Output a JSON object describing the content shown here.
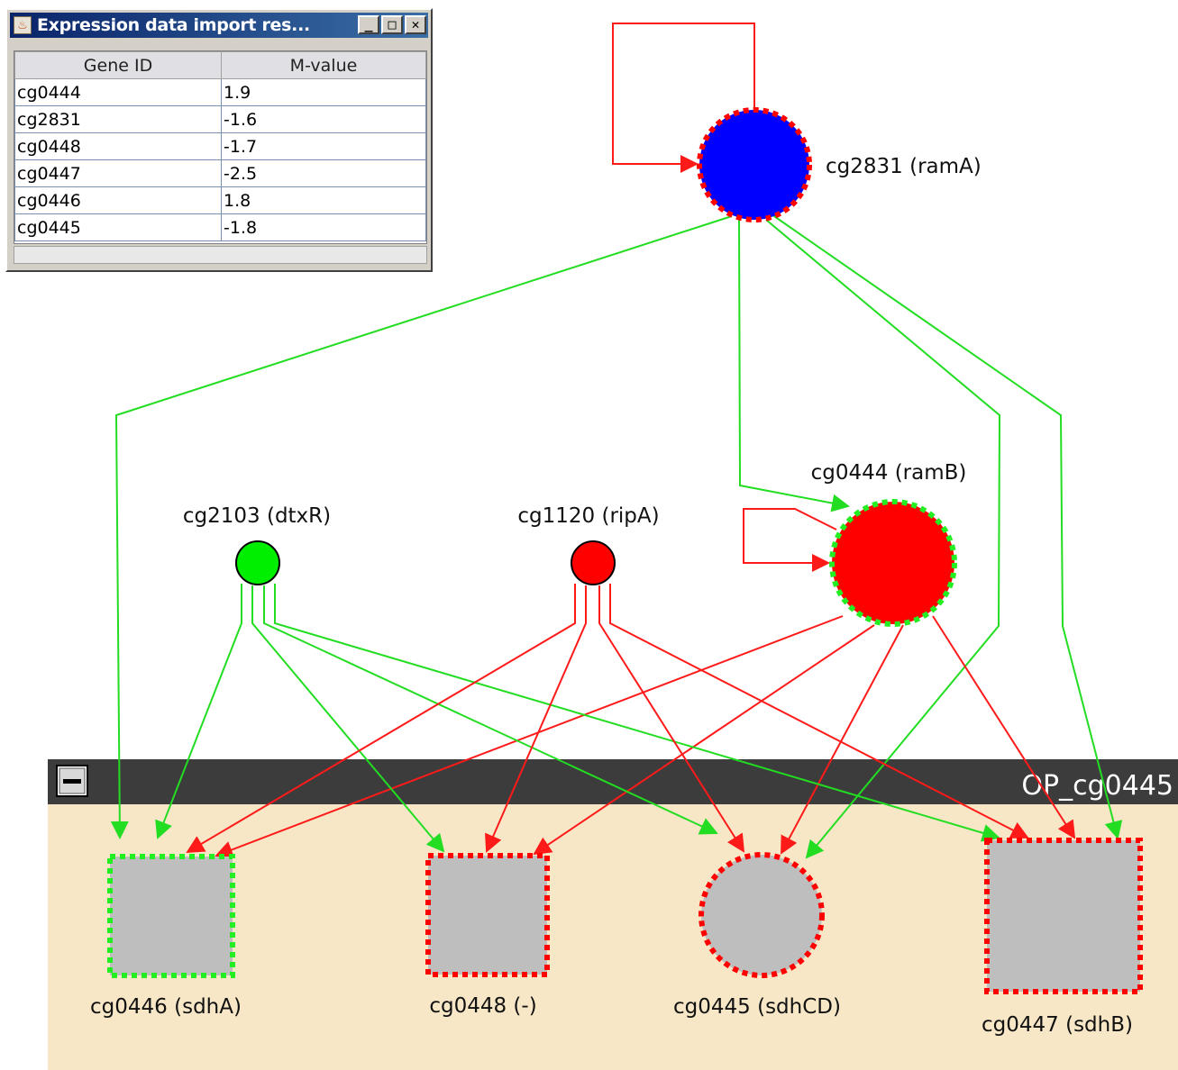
{
  "window": {
    "title": "Expression data import res...",
    "buttons": {
      "minimize": "_",
      "maximize": "□",
      "close": "✕"
    },
    "table": {
      "columns": [
        "Gene ID",
        "M-value"
      ],
      "rows": [
        [
          "cg0444",
          "1.9"
        ],
        [
          "cg2831",
          "-1.6"
        ],
        [
          "cg0448",
          "-1.7"
        ],
        [
          "cg0447",
          "-2.5"
        ],
        [
          "cg0446",
          "1.8"
        ],
        [
          "cg0445",
          "-1.8"
        ]
      ]
    }
  },
  "group": {
    "title": "OP_cg0445",
    "collapse_glyph": "−",
    "fill": "#f7e7c6",
    "header": "#3c3c3c"
  },
  "colors": {
    "activation": "#22dd22",
    "repression": "#ff1a1a",
    "up": "#22ee22",
    "down": "#ff0000",
    "blue": "#0000ff",
    "gray": "#bebebe"
  },
  "nodes": [
    {
      "id": "cg2831",
      "label": "cg2831 (ramA)",
      "shape": "circle",
      "fill": "blue",
      "border": "dotted-red"
    },
    {
      "id": "cg0444",
      "label": "cg0444 (ramB)",
      "shape": "circle",
      "fill": "red",
      "border": "dotted-green"
    },
    {
      "id": "cg2103",
      "label": "cg2103 (dtxR)",
      "shape": "circle",
      "fill": "green",
      "border": "solid-black"
    },
    {
      "id": "cg1120",
      "label": "cg1120 (ripA)",
      "shape": "circle",
      "fill": "red",
      "border": "solid-black"
    },
    {
      "id": "cg0446",
      "label": "cg0446 (sdhA)",
      "shape": "square",
      "fill": "gray",
      "border": "dotted-green"
    },
    {
      "id": "cg0448",
      "label": "cg0448 (-)",
      "shape": "square",
      "fill": "gray",
      "border": "dotted-red"
    },
    {
      "id": "cg0445",
      "label": "cg0445 (sdhCD)",
      "shape": "circle",
      "fill": "gray",
      "border": "dotted-red"
    },
    {
      "id": "cg0447",
      "label": "cg0447 (sdhB)",
      "shape": "square",
      "fill": "gray",
      "border": "dotted-red"
    }
  ],
  "edges": [
    {
      "from": "cg2831",
      "to": "cg2831",
      "type": "repression"
    },
    {
      "from": "cg2831",
      "to": "cg0446",
      "type": "activation"
    },
    {
      "from": "cg2831",
      "to": "cg0444",
      "type": "activation"
    },
    {
      "from": "cg2831",
      "to": "cg0445",
      "type": "activation"
    },
    {
      "from": "cg2831",
      "to": "cg0447",
      "type": "activation"
    },
    {
      "from": "cg0444",
      "to": "cg0444",
      "type": "repression"
    },
    {
      "from": "cg0444",
      "to": "cg0446",
      "type": "repression"
    },
    {
      "from": "cg0444",
      "to": "cg0448",
      "type": "repression"
    },
    {
      "from": "cg0444",
      "to": "cg0445",
      "type": "repression"
    },
    {
      "from": "cg0444",
      "to": "cg0447",
      "type": "repression"
    },
    {
      "from": "cg2103",
      "to": "cg0446",
      "type": "activation"
    },
    {
      "from": "cg2103",
      "to": "cg0448",
      "type": "activation"
    },
    {
      "from": "cg2103",
      "to": "cg0445",
      "type": "activation"
    },
    {
      "from": "cg2103",
      "to": "cg0447",
      "type": "activation"
    },
    {
      "from": "cg1120",
      "to": "cg0446",
      "type": "repression"
    },
    {
      "from": "cg1120",
      "to": "cg0448",
      "type": "repression"
    },
    {
      "from": "cg1120",
      "to": "cg0445",
      "type": "repression"
    },
    {
      "from": "cg1120",
      "to": "cg0447",
      "type": "repression"
    }
  ]
}
